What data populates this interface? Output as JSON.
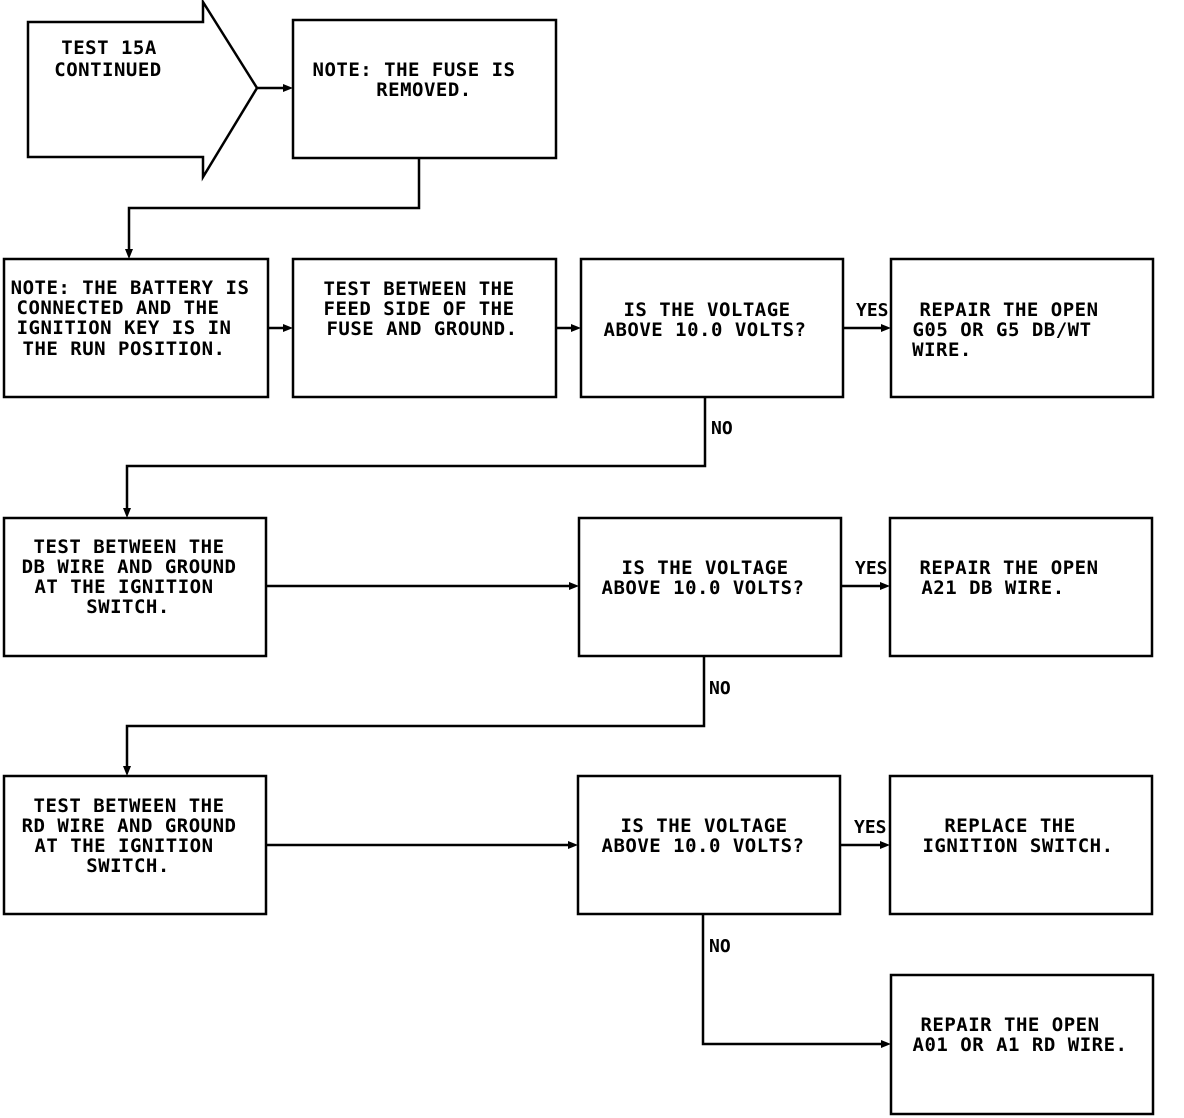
{
  "start": {
    "lines": [
      "TEST 15A",
      "CONTINUED"
    ]
  },
  "note_fuse": {
    "lines": [
      "NOTE: THE FUSE IS",
      "REMOVED."
    ]
  },
  "note_battery": {
    "lines": [
      "NOTE: THE BATTERY IS",
      "CONNECTED AND THE",
      "IGNITION KEY IS IN",
      "THE RUN POSITION."
    ]
  },
  "test_feed": {
    "lines": [
      "TEST BETWEEN THE",
      "FEED SIDE OF THE",
      "FUSE AND GROUND."
    ]
  },
  "question_1": {
    "lines": [
      "IS THE VOLTAGE",
      "ABOVE 10.0 VOLTS?"
    ]
  },
  "repair_1": {
    "lines": [
      "REPAIR THE OPEN",
      "G05 OR G5 DB/WT",
      "WIRE."
    ]
  },
  "test_db": {
    "lines": [
      "TEST BETWEEN THE",
      "DB WIRE AND GROUND",
      "AT THE IGNITION",
      "SWITCH."
    ]
  },
  "question_2": {
    "lines": [
      "IS THE VOLTAGE",
      "ABOVE 10.0 VOLTS?"
    ]
  },
  "repair_2": {
    "lines": [
      "REPAIR THE OPEN",
      "A21 DB WIRE."
    ]
  },
  "test_rd": {
    "lines": [
      "TEST BETWEEN THE",
      "RD WIRE AND GROUND",
      "AT THE IGNITION",
      "SWITCH."
    ]
  },
  "question_3": {
    "lines": [
      "IS THE VOLTAGE",
      "ABOVE 10.0 VOLTS?"
    ]
  },
  "replace_switch": {
    "lines": [
      "REPLACE THE",
      "IGNITION SWITCH."
    ]
  },
  "repair_3": {
    "lines": [
      "REPAIR THE OPEN",
      "A01 OR A1 RD WIRE."
    ]
  },
  "labels": {
    "yes_1": "YES",
    "no_1": "NO",
    "yes_2": "YES",
    "no_2": "NO",
    "yes_3": "YES",
    "no_3": "NO"
  }
}
